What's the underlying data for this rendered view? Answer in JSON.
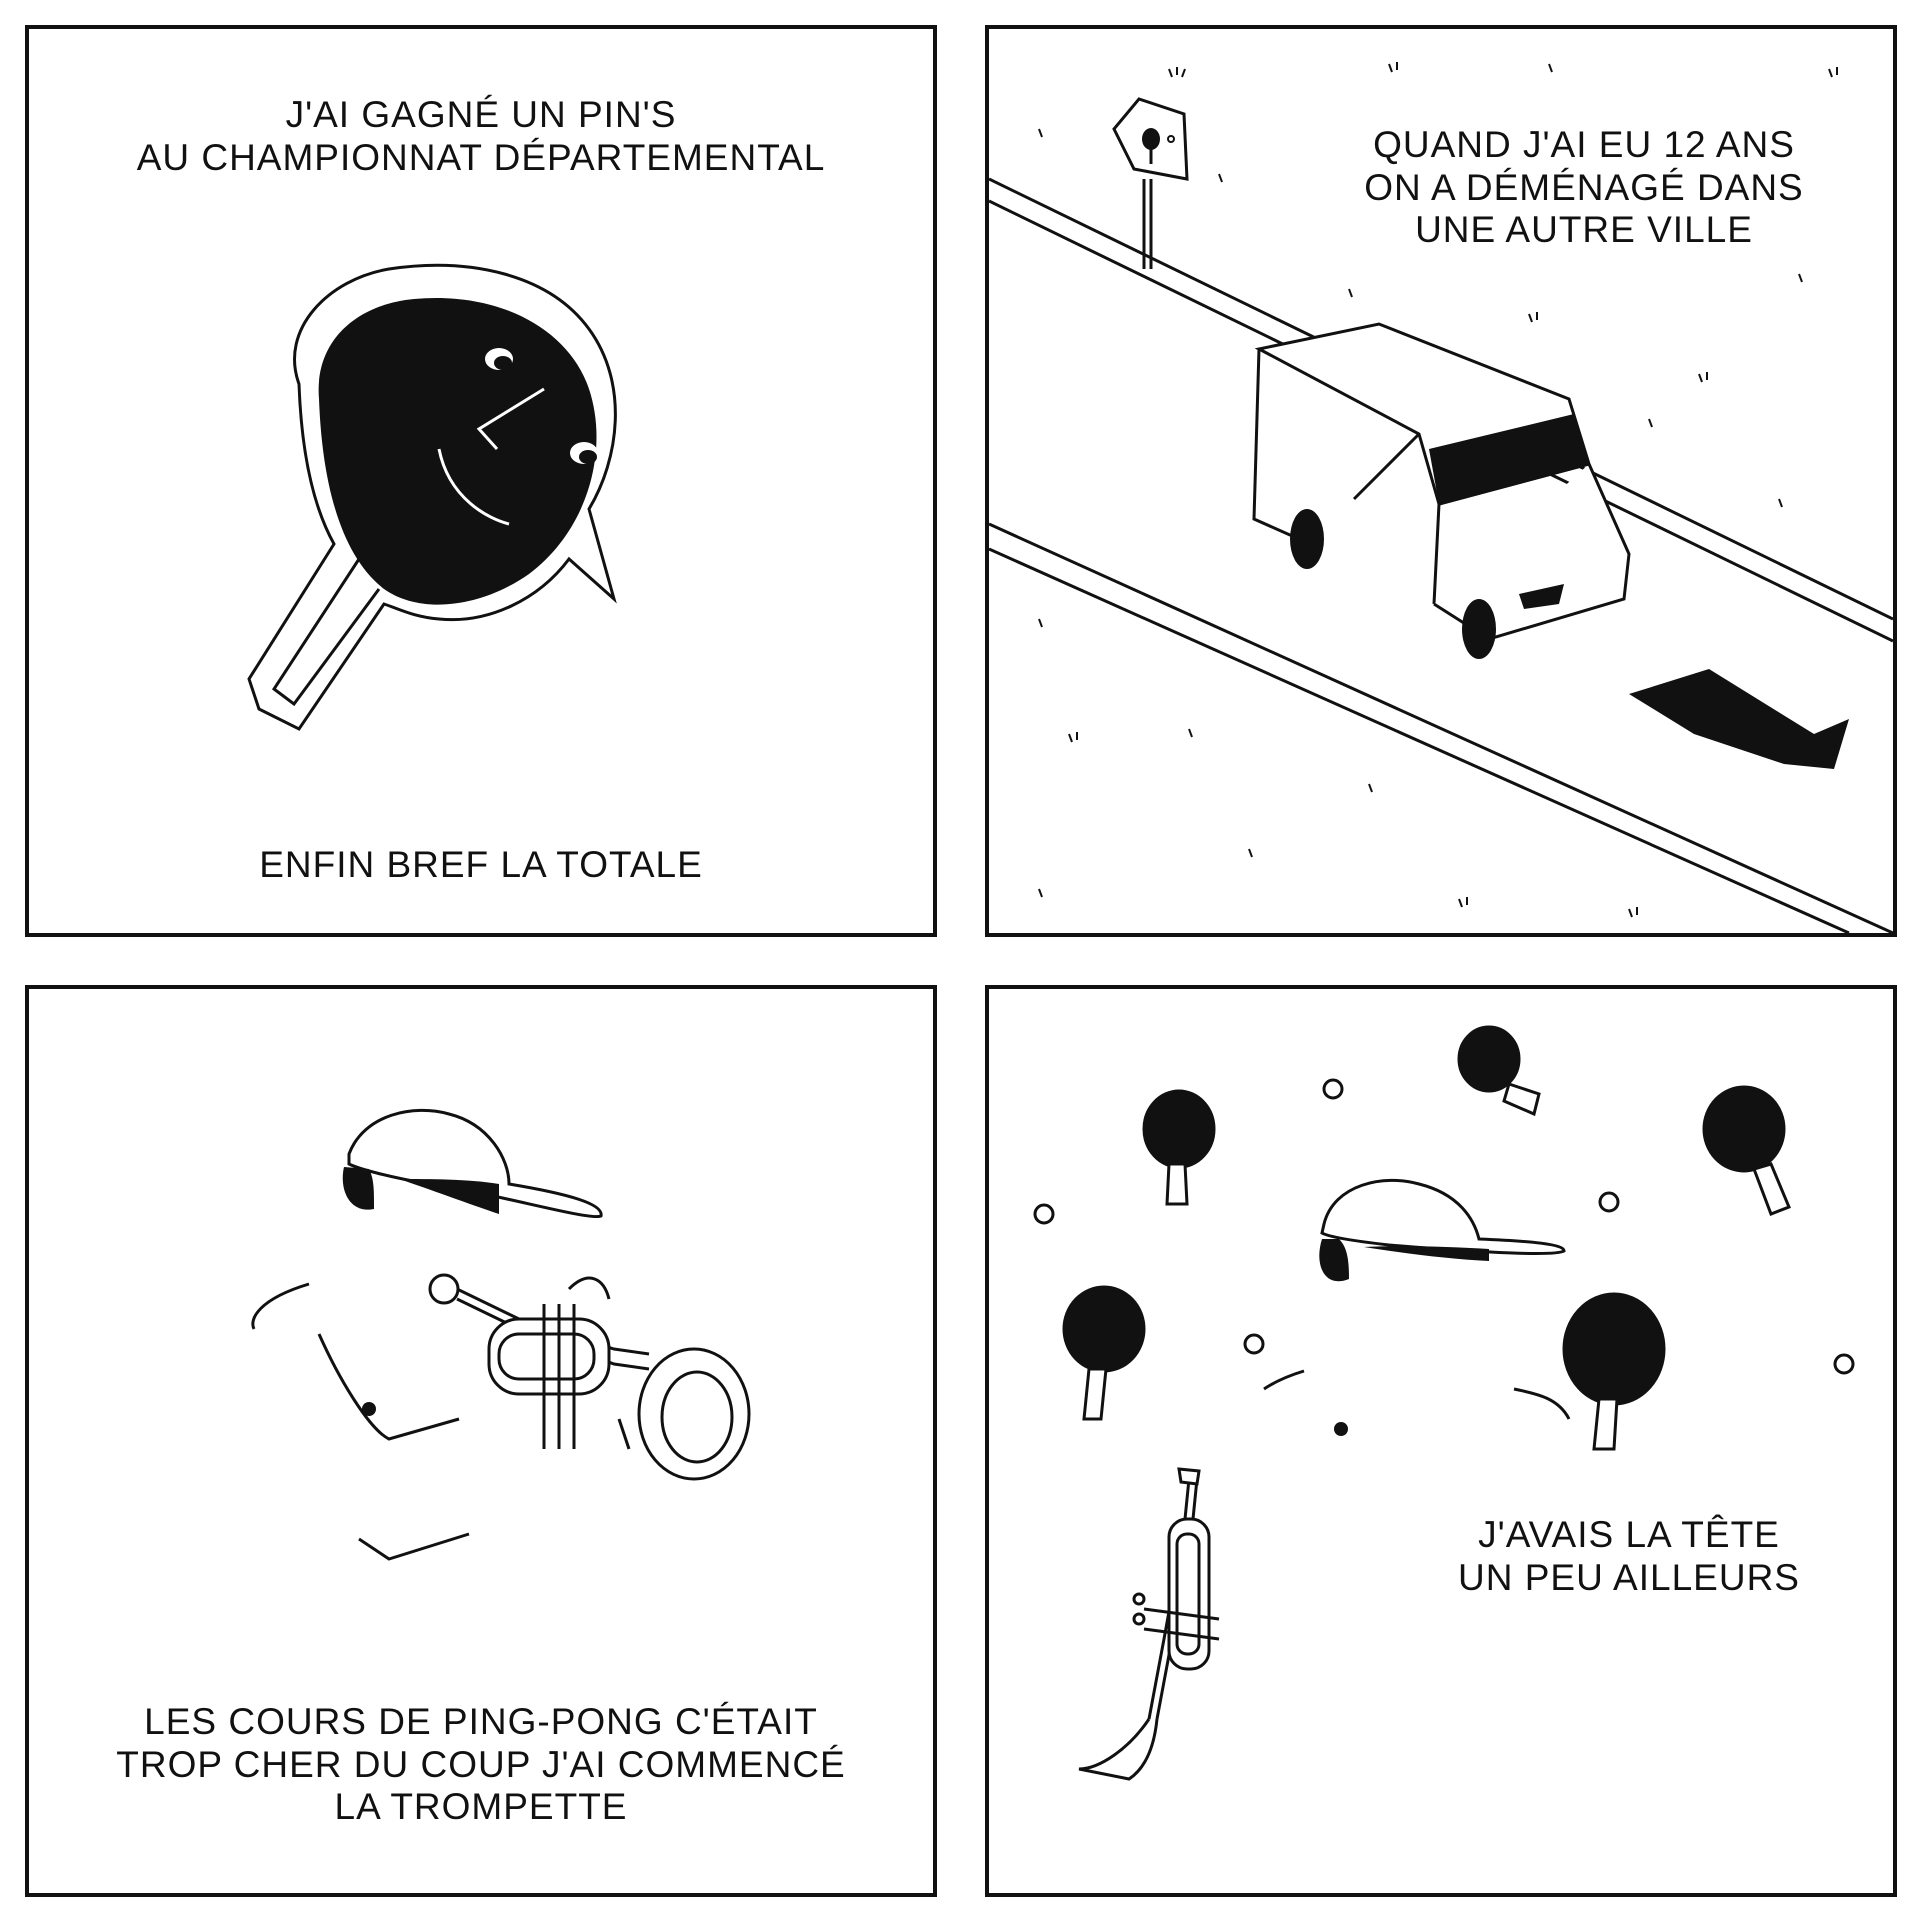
{
  "comic": {
    "panels": [
      {
        "caption_top": "J'AI GAGNÉ UN PIN'S\nAU  CHAMPIONNAT DÉPARTEMENTAL",
        "caption_bottom": "ENFIN BREF LA TOTALE",
        "illustration": "ping-pong-paddle-pin-with-face"
      },
      {
        "caption": "QUAND J'AI EU 12 ANS\nON A DÉMÉNAGÉ DANS\nUNE AUTRE VILLE",
        "illustration": "van-driving-on-road-with-paddle-sign"
      },
      {
        "caption": "LES COURS DE PING-PONG C'ÉTAIT\nTROP CHER DU COUP J'AI COMMENCÉ\nLA TROMPETTE",
        "illustration": "boy-with-cap-playing-trumpet"
      },
      {
        "caption": "J'AVAIS LA TÊTE\nUN PEU AILLEURS",
        "illustration": "boy-with-cap-surrounded-by-paddles-and-balls-and-trumpet"
      }
    ]
  },
  "colors": {
    "ink": "#111111",
    "paper": "#ffffff"
  }
}
